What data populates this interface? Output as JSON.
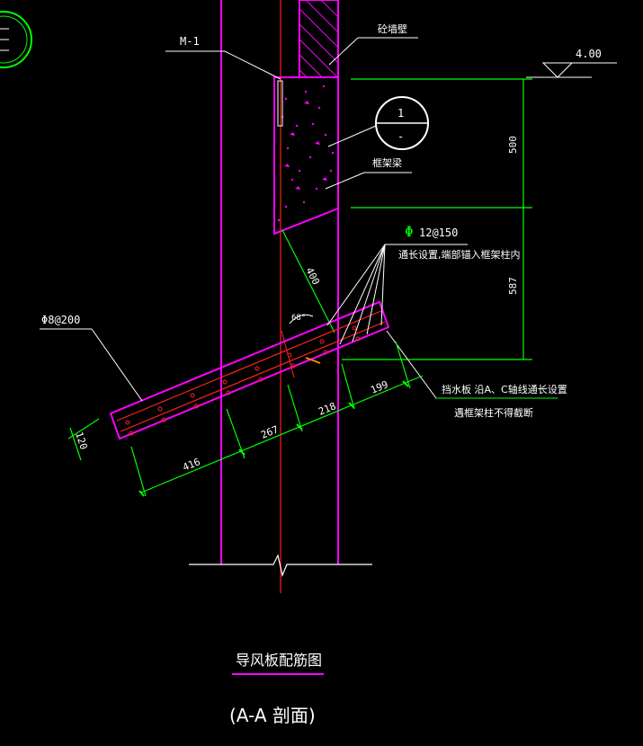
{
  "colors": {
    "background": "#000000",
    "magenta": "#ff00ff",
    "green": "#00ff00",
    "white": "#ffffff",
    "red": "#ff0000"
  },
  "labels": {
    "door": "M-1",
    "wall": "砼墙壁",
    "elevation": "4.00",
    "section_mark_top": "1",
    "section_mark_bottom": "-",
    "beam": "框架梁",
    "rebar_main_symbol": "Φ",
    "rebar_main": "12@150",
    "rebar_main_note": "通长设置,端部锚入框架柱内",
    "rebar_dist": "Φ8@200",
    "water_note_line1": "挡水板  沿A、C轴线通长设置",
    "water_note_line2": "遇框架柱不得截断",
    "angle": "68°"
  },
  "dimensions": {
    "beam_height": "500",
    "gap_height": "587",
    "slope_offset": "400",
    "plate_thickness": "120",
    "seg1": "416",
    "seg2": "267",
    "seg3": "218",
    "seg4": "199"
  },
  "title": "导风板配筋图",
  "subtitle": "(A-A 剖面)"
}
